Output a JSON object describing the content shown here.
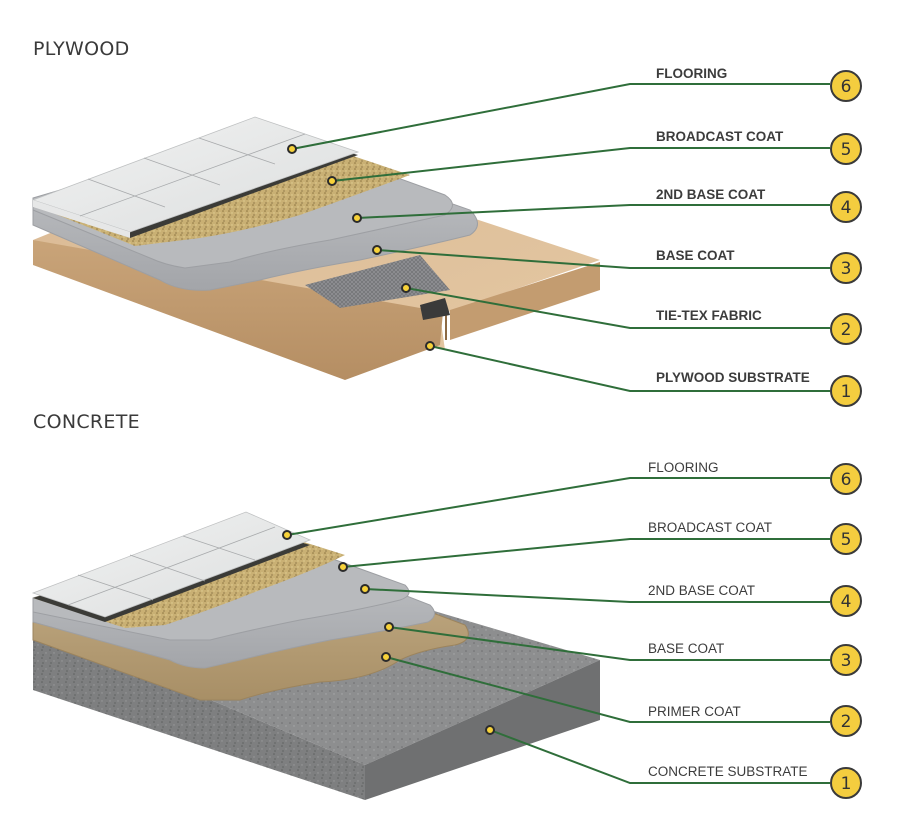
{
  "sections": [
    {
      "title": "PLYWOOD",
      "label_style": "bold",
      "layers": [
        {
          "number": "6",
          "label": "FLOORING"
        },
        {
          "number": "5",
          "label": "BROADCAST COAT"
        },
        {
          "number": "4",
          "label": "2ND BASE COAT"
        },
        {
          "number": "3",
          "label": "BASE COAT"
        },
        {
          "number": "2",
          "label": "TIE-TEX FABRIC"
        },
        {
          "number": "1",
          "label": "PLYWOOD SUBSTRATE"
        }
      ]
    },
    {
      "title": "CONCRETE",
      "label_style": "regular",
      "layers": [
        {
          "number": "6",
          "label": "FLOORING"
        },
        {
          "number": "5",
          "label": "BROADCAST COAT"
        },
        {
          "number": "4",
          "label": "2ND BASE COAT"
        },
        {
          "number": "3",
          "label": "BASE COAT"
        },
        {
          "number": "2",
          "label": "PRIMER COAT"
        },
        {
          "number": "1",
          "label": "CONCRETE SUBSTRATE"
        }
      ]
    }
  ],
  "colors": {
    "leader_line": "#2f6e3a",
    "badge_fill": "#f4cd3f",
    "badge_stroke": "#3a3a3a",
    "title_text": "#3a3a3a"
  }
}
